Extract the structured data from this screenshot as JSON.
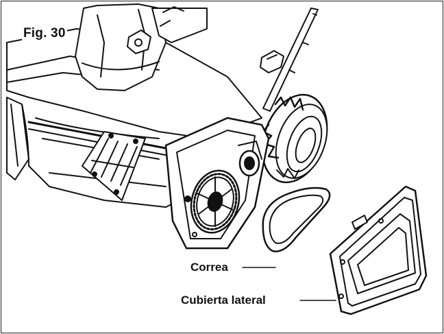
{
  "figure": {
    "label": "Fig. 30"
  },
  "callouts": {
    "belt": "Correa",
    "side_cover": "Cubierta lateral"
  },
  "colors": {
    "line": "#111111",
    "background": "#ffffff",
    "frame": "#222222"
  }
}
